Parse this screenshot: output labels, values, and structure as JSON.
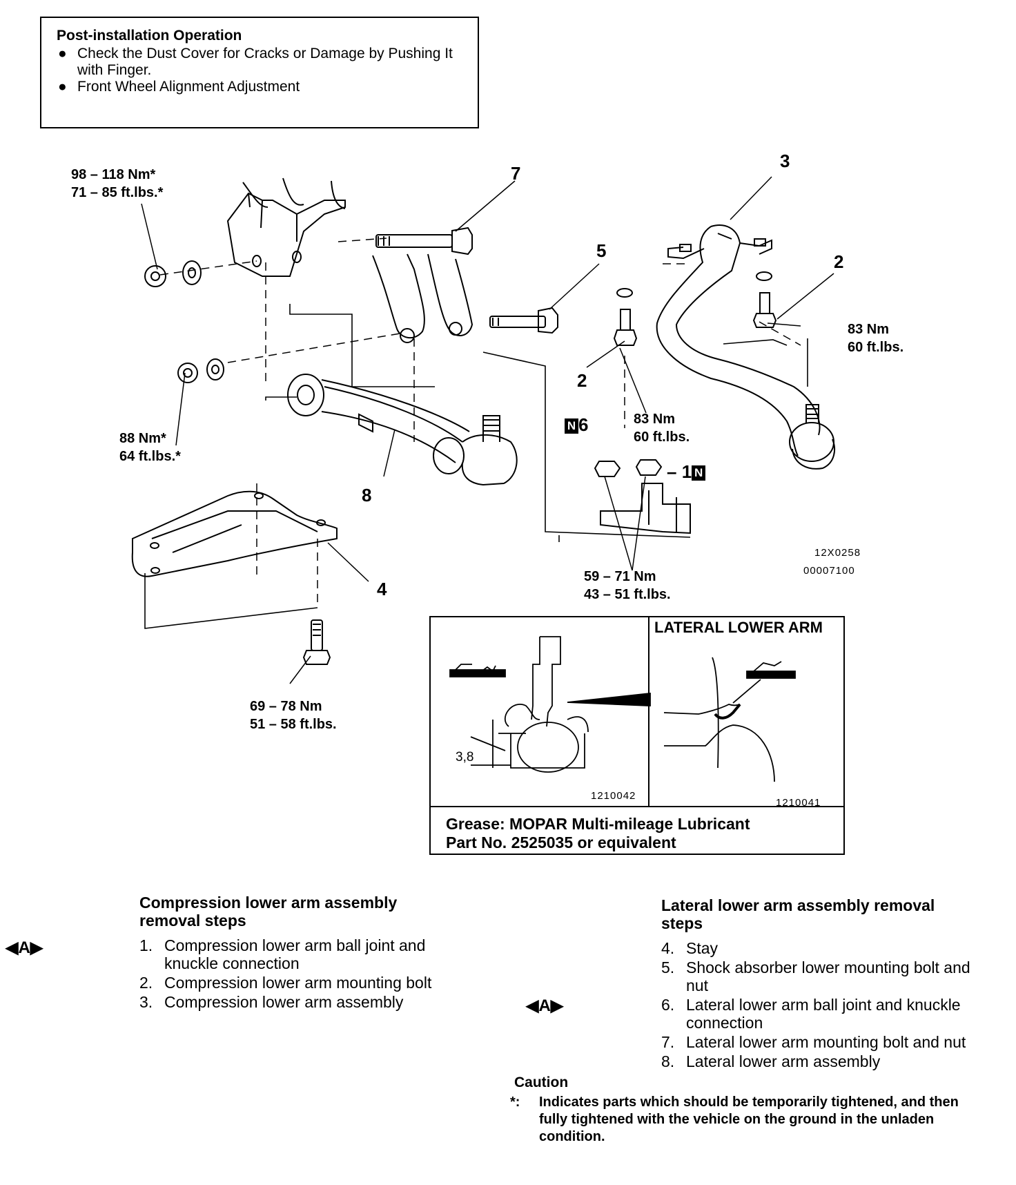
{
  "post_installation": {
    "title": "Post-installation Operation",
    "items": [
      "Check the Dust Cover for Cracks or Damage by Pushing It with Finger.",
      "Front Wheel Alignment Adjustment"
    ]
  },
  "diagram": {
    "torque_nut_upper_line1": "98 – 118 Nm*",
    "torque_nut_upper_line2": "71 – 85 ft.lbs.*",
    "torque_nut_lower_line1": "88 Nm*",
    "torque_nut_lower_line2": "64 ft.lbs.*",
    "torque_bolt2_right_line1": "83 Nm",
    "torque_bolt2_right_line2": "60 ft.lbs.",
    "torque_bolt2_mid_line1": "83 Nm",
    "torque_bolt2_mid_line2": "60 ft.lbs.",
    "torque_nuts_line1": "59 – 71 Nm",
    "torque_nuts_line2": "43 – 51 ft.lbs.",
    "torque_stay_bolt_line1": "69 – 78 Nm",
    "torque_stay_bolt_line2": "51 – 58 ft.lbs.",
    "callouts": {
      "c1": "1",
      "c2a": "2",
      "c2b": "2",
      "c3": "3",
      "c4": "4",
      "c5": "5",
      "c6": "6",
      "c7": "7",
      "c8": "8",
      "n_badge": "N"
    },
    "figure_code_1": "12X0258",
    "figure_code_2": "00007100"
  },
  "inset": {
    "title": "LATERAL LOWER ARM",
    "label_38": "3,8",
    "code_left": "1210042",
    "code_right": "1210041",
    "grease_line1": "Grease: MOPAR Multi-mileage Lubricant",
    "grease_line2": "Part No. 2525035 or equivalent"
  },
  "compression": {
    "heading_line1": "Compression lower arm assembly",
    "heading_line2": "removal steps",
    "marker": "◀A▶",
    "steps": [
      {
        "n": "1.",
        "text": "Compression lower arm ball joint and knuckle connection"
      },
      {
        "n": "2.",
        "text": "Compression lower arm mounting bolt"
      },
      {
        "n": "3.",
        "text": "Compression lower arm assembly"
      }
    ]
  },
  "lateral": {
    "heading_line1": "Lateral lower arm assembly removal",
    "heading_line2": "steps",
    "marker": "◀A▶",
    "steps": [
      {
        "n": "4.",
        "text": "Stay"
      },
      {
        "n": "5.",
        "text": "Shock absorber lower mounting bolt and nut"
      },
      {
        "n": "6.",
        "text": "Lateral lower arm ball joint and knuckle connection"
      },
      {
        "n": "7.",
        "text": "Lateral lower arm mounting bolt and nut"
      },
      {
        "n": "8.",
        "text": "Lateral lower arm assembly"
      }
    ]
  },
  "caution": {
    "title": "Caution",
    "star": "*:",
    "text": "Indicates parts which should be temporarily tightened, and then fully tightened with the vehicle on the ground in the unladen condition."
  }
}
